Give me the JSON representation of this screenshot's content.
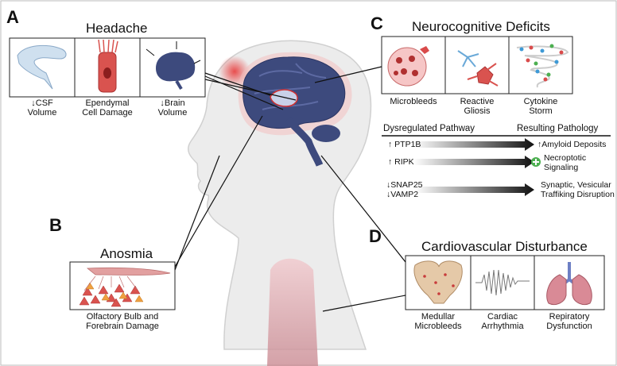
{
  "panels": {
    "a": {
      "letter": "A",
      "title": "Headache",
      "captions": [
        {
          "line1": "↓CSF",
          "line2": "Volume"
        },
        {
          "line1": "Ependymal",
          "line2": "Cell Damage"
        },
        {
          "line1": "↓Brain",
          "line2": "Volume"
        }
      ]
    },
    "b": {
      "letter": "B",
      "title": "Anosmia",
      "captions": [
        {
          "line1": "Olfactory Bulb  and",
          "line2": "Forebrain Damage"
        }
      ]
    },
    "c": {
      "letter": "C",
      "title": "Neurocognitive Deficits",
      "captions": [
        {
          "line1": "Microbleeds",
          "line2": ""
        },
        {
          "line1": "Reactive",
          "line2": "Gliosis"
        },
        {
          "line1": "Cytokine",
          "line2": "Storm"
        }
      ],
      "table": {
        "col1": "Dysregulated Pathway",
        "col2": "Resulting Pathology",
        "rows": [
          {
            "pathway": "↑ PTP1B",
            "pathology": "↑Amyloid Deposits"
          },
          {
            "pathway": "↑ RIPK",
            "pathology_line1": "Necroptotic",
            "pathology_line2": "Signaling"
          },
          {
            "pathway_line1": "↓SNAP25",
            "pathway_line2": "↓VAMP2",
            "pathology_line1": "Synaptic, Vesicular",
            "pathology_line2": "Traffiking Disruption"
          }
        ]
      }
    },
    "d": {
      "letter": "D",
      "title": "Cardiovascular Disturbance",
      "captions": [
        {
          "line1": "Medullar",
          "line2": "Microbleeds"
        },
        {
          "line1": "Cardiac",
          "line2": "Arrhythmia"
        },
        {
          "line1": "Repiratory",
          "line2": "Dysfunction"
        }
      ]
    }
  },
  "colors": {
    "brain": "#3d4a7d",
    "skin": "#e9e9e9",
    "arrow": "#1a1a1a",
    "plus": "#4caf50",
    "lung": "#d98a96",
    "trachea": "#6d7fc4",
    "glow": "#e83c3c"
  }
}
